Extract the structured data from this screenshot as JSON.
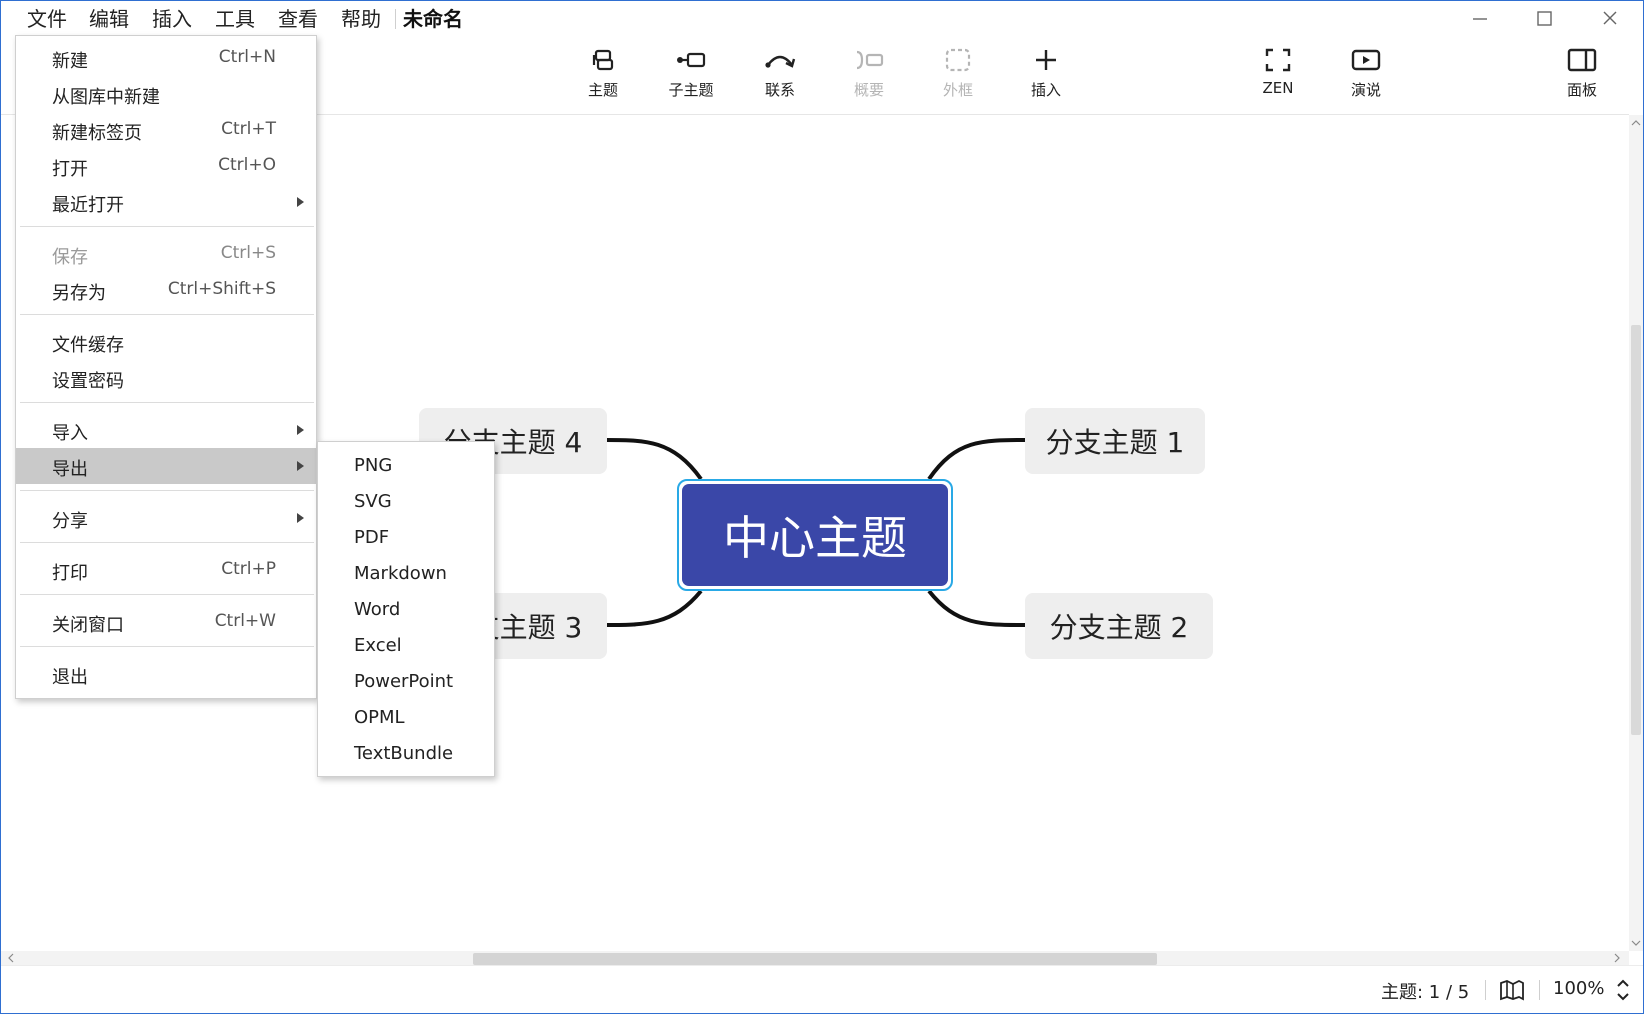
{
  "menubar": {
    "items": [
      "文件",
      "编辑",
      "插入",
      "工具",
      "查看",
      "帮助"
    ],
    "doc_title": "未命名"
  },
  "toolbar": {
    "topic": "主题",
    "subtopic": "子主题",
    "relationship": "联系",
    "summary": "概要",
    "boundary": "外框",
    "insert": "插入",
    "zen": "ZEN",
    "present": "演说",
    "panel": "面板"
  },
  "mindmap": {
    "central": "中心主题",
    "branches": [
      "分支主题 1",
      "分支主题 2",
      "分支主题 3",
      "分支主题 4"
    ],
    "line_color": "#111111",
    "central_color": "#3a47a8"
  },
  "file_menu": {
    "new": {
      "label": "新建",
      "shortcut": "Ctrl+N"
    },
    "new_from_gallery": {
      "label": "从图库中新建"
    },
    "new_tab": {
      "label": "新建标签页",
      "shortcut": "Ctrl+T"
    },
    "open": {
      "label": "打开",
      "shortcut": "Ctrl+O"
    },
    "recent": {
      "label": "最近打开"
    },
    "save": {
      "label": "保存",
      "shortcut": "Ctrl+S"
    },
    "save_as": {
      "label": "另存为",
      "shortcut": "Ctrl+Shift+S"
    },
    "file_cache": {
      "label": "文件缓存"
    },
    "set_password": {
      "label": "设置密码"
    },
    "import": {
      "label": "导入"
    },
    "export": {
      "label": "导出"
    },
    "share": {
      "label": "分享"
    },
    "print": {
      "label": "打印",
      "shortcut": "Ctrl+P"
    },
    "close_window": {
      "label": "关闭窗口",
      "shortcut": "Ctrl+W"
    },
    "quit": {
      "label": "退出"
    }
  },
  "export_menu": {
    "items": [
      "PNG",
      "SVG",
      "PDF",
      "Markdown",
      "Word",
      "Excel",
      "PowerPoint",
      "OPML",
      "TextBundle"
    ]
  },
  "statusbar": {
    "topic_count": "主题: 1 / 5",
    "zoom": "100%"
  }
}
